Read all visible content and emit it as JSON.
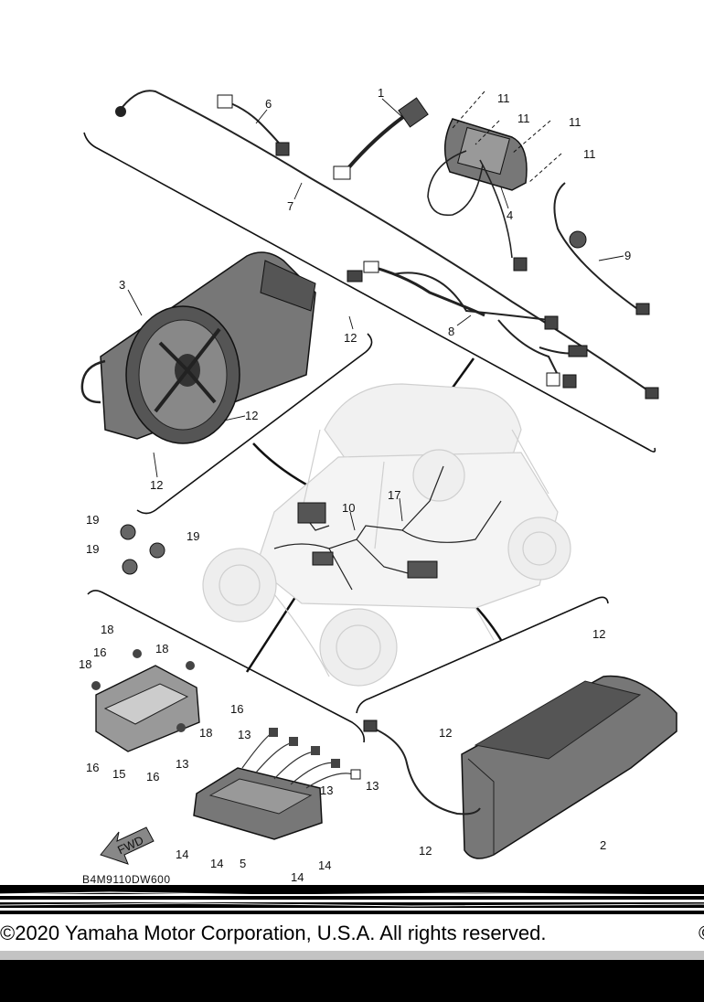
{
  "diagram": {
    "part_numbers": [
      "1",
      "2",
      "3",
      "4",
      "5",
      "6",
      "7",
      "8",
      "9",
      "10",
      "11",
      "12",
      "13",
      "14",
      "15",
      "16",
      "17",
      "18",
      "19"
    ],
    "callouts": {
      "n1": "1",
      "n2": "2",
      "n3": "3",
      "n4": "4",
      "n5": "5",
      "n6": "6",
      "n7": "7",
      "n8": "8",
      "n9": "9",
      "n10": "10",
      "n11a": "11",
      "n11b": "11",
      "n11c": "11",
      "n11d": "11",
      "n12a": "12",
      "n12b": "12",
      "n12c": "12",
      "n12d": "12",
      "n12e": "12",
      "n12f": "12",
      "n13a": "13",
      "n13b": "13",
      "n13c": "13",
      "n13d": "13",
      "n14a": "14",
      "n14b": "14",
      "n14c": "14",
      "n14d": "14",
      "n15": "15",
      "n16a": "16",
      "n16b": "16",
      "n16c": "16",
      "n16d": "16",
      "n17": "17",
      "n18a": "18",
      "n18b": "18",
      "n18c": "18",
      "n18d": "18",
      "n19a": "19",
      "n19b": "19",
      "n19c": "19"
    },
    "fwd_label": "FWD",
    "drawing_code": "B4M9110DW600"
  },
  "footer": {
    "copyright": "©2020 Yamaha Motor Corporation, U.S.A. All rights reserved.",
    "clipped_char": "©"
  },
  "colors": {
    "line": "#111111",
    "part_fill": "#6e6e6e",
    "part_dark": "#3a3a3a",
    "vehicle": "#d8d8d8",
    "background": "#ffffff",
    "band": "#000000"
  }
}
